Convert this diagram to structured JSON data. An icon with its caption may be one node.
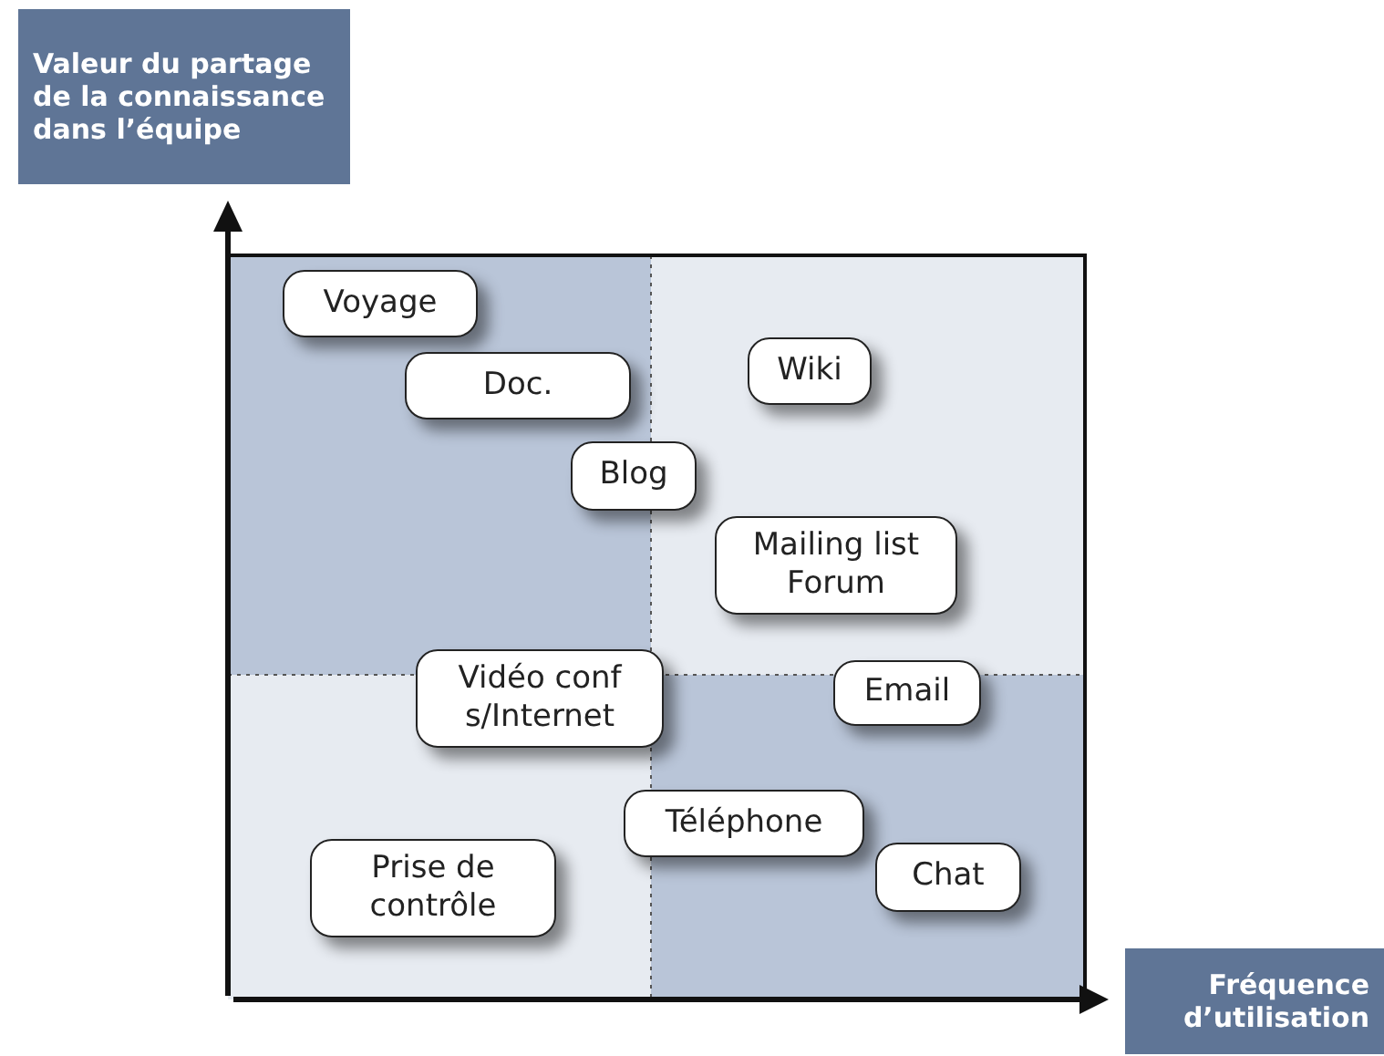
{
  "diagram": {
    "nodes": [
      {
        "text": [
          "Valeur du partage de la connaissance dans l’équipe"
        ]
      },
      {
        "text": [
          "Fréquence d’utilisation"
        ]
      },
      {
        "text": [
          "Voyage"
        ]
      },
      {
        "text": [
          "Doc."
        ]
      },
      {
        "text": [
          "Wiki"
        ]
      },
      {
        "text": [
          "Blog"
        ]
      },
      {
        "text": [
          "Mailing list Forum"
        ]
      },
      {
        "text": [
          "Vidéo conf s/Internet"
        ]
      },
      {
        "text": [
          "Email"
        ]
      },
      {
        "text": [
          "Téléphone"
        ]
      },
      {
        "text": [
          "Chat"
        ]
      },
      {
        "text": [
          "Prise de contrôle"
        ]
      }
    ]
  }
}
